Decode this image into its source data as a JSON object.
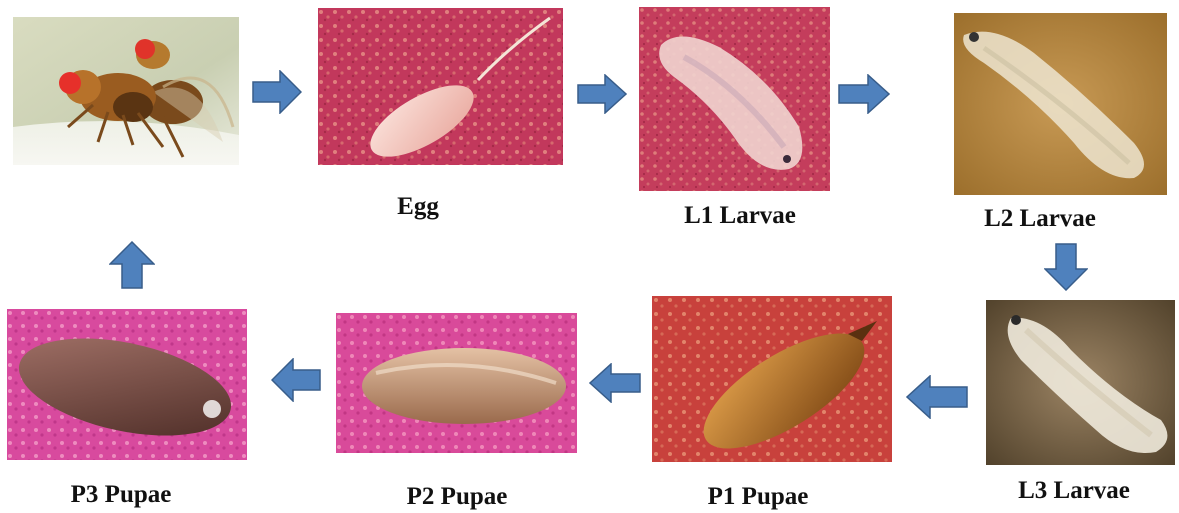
{
  "diagram": {
    "stages": [
      {
        "id": "adult",
        "label": "",
        "image": "adult-flies-photo"
      },
      {
        "id": "egg",
        "label": "Egg",
        "image": "egg-photo"
      },
      {
        "id": "l1",
        "label": "L1 Larvae",
        "image": "l1-larva-photo"
      },
      {
        "id": "l2",
        "label": "L2 Larvae",
        "image": "l2-larva-photo"
      },
      {
        "id": "l3",
        "label": "L3 Larvae",
        "image": "l3-larva-photo"
      },
      {
        "id": "p1",
        "label": "P1 Pupae",
        "image": "p1-pupa-photo"
      },
      {
        "id": "p2",
        "label": "P2 Pupae",
        "image": "p2-pupa-photo"
      },
      {
        "id": "p3",
        "label": "P3 Pupae",
        "image": "p3-pupa-photo"
      }
    ],
    "arrows": [
      {
        "from": "adult",
        "to": "egg",
        "direction": "right"
      },
      {
        "from": "egg",
        "to": "l1",
        "direction": "right"
      },
      {
        "from": "l1",
        "to": "l2",
        "direction": "right"
      },
      {
        "from": "l2",
        "to": "l3",
        "direction": "down"
      },
      {
        "from": "l3",
        "to": "p1",
        "direction": "left"
      },
      {
        "from": "p1",
        "to": "p2",
        "direction": "left"
      },
      {
        "from": "p2",
        "to": "p3",
        "direction": "left"
      },
      {
        "from": "p3",
        "to": "adult",
        "direction": "up"
      }
    ],
    "colors": {
      "arrow_fill": "#4f81bd",
      "arrow_stroke": "#385d8a",
      "pink_background": "#c2385c",
      "magenta_background": "#d94a9a",
      "brown_background": "#a8792e",
      "text": "#111111"
    }
  }
}
